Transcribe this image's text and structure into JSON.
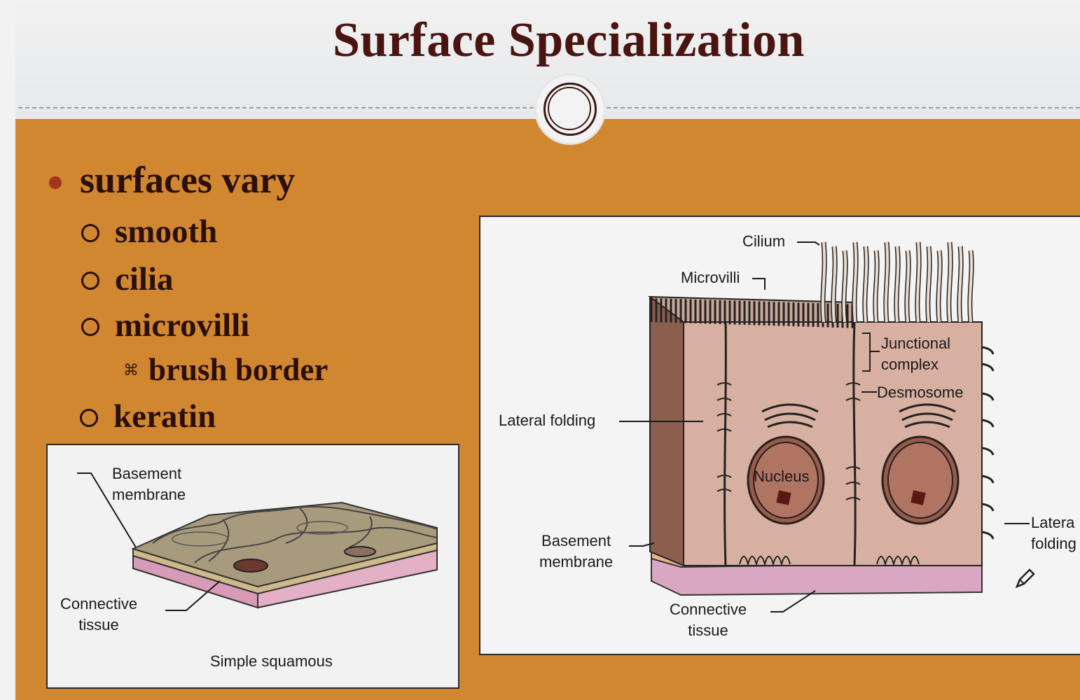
{
  "slide": {
    "title": "Surface Specialization",
    "bullets": {
      "main": "surfaces vary",
      "items": [
        "smooth",
        "cilia",
        "microvilli"
      ],
      "nested": "brush border",
      "last": "keratin",
      "nested_marker": "⌘"
    }
  },
  "figure_left": {
    "basement_membrane": [
      "Basement",
      "membrane"
    ],
    "connective_tissue": [
      "Connective",
      "tissue"
    ],
    "caption": "Simple squamous"
  },
  "figure_right": {
    "cilium": "Cilium",
    "microvilli": "Microvilli",
    "junctional_complex": [
      "Junctional",
      "complex"
    ],
    "desmosome": "Desmosome",
    "lateral_folding_left": "Lateral folding",
    "nucleus": "Nucleus",
    "basement_membrane": [
      "Basement",
      "membrane"
    ],
    "connective_tissue": [
      "Connective",
      "tissue"
    ],
    "lateral_folding_right": [
      "Latera",
      "folding"
    ]
  },
  "icons": {
    "pen": "pen-icon"
  },
  "colors": {
    "slide_body": "#d08730",
    "title": "#4a1410",
    "bullet_dot": "#a3361c"
  }
}
